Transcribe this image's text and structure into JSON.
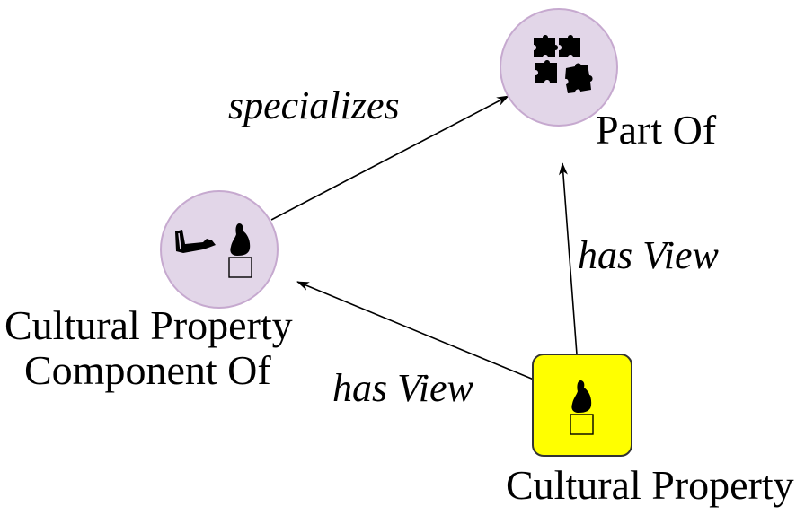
{
  "nodes": {
    "part_of": {
      "label": "Part Of",
      "fill": "#e2d6e8",
      "stroke": "#c6a9cf"
    },
    "component_of": {
      "label_line1": "Cultural Property",
      "label_line2": "Component Of",
      "fill": "#e2d6e8",
      "stroke": "#c6a9cf"
    },
    "cultural_property": {
      "label": "Cultural Property",
      "fill": "#ffff00",
      "stroke": "#333333"
    }
  },
  "edges": {
    "specializes": {
      "label": "specializes"
    },
    "has_view_right": {
      "label": "has View"
    },
    "has_view_left": {
      "label": "has View"
    }
  },
  "icons": {
    "part_of": "puzzle-pieces-icon",
    "component_of": "arm-and-statue-icon",
    "cultural_property": "statue-icon"
  }
}
